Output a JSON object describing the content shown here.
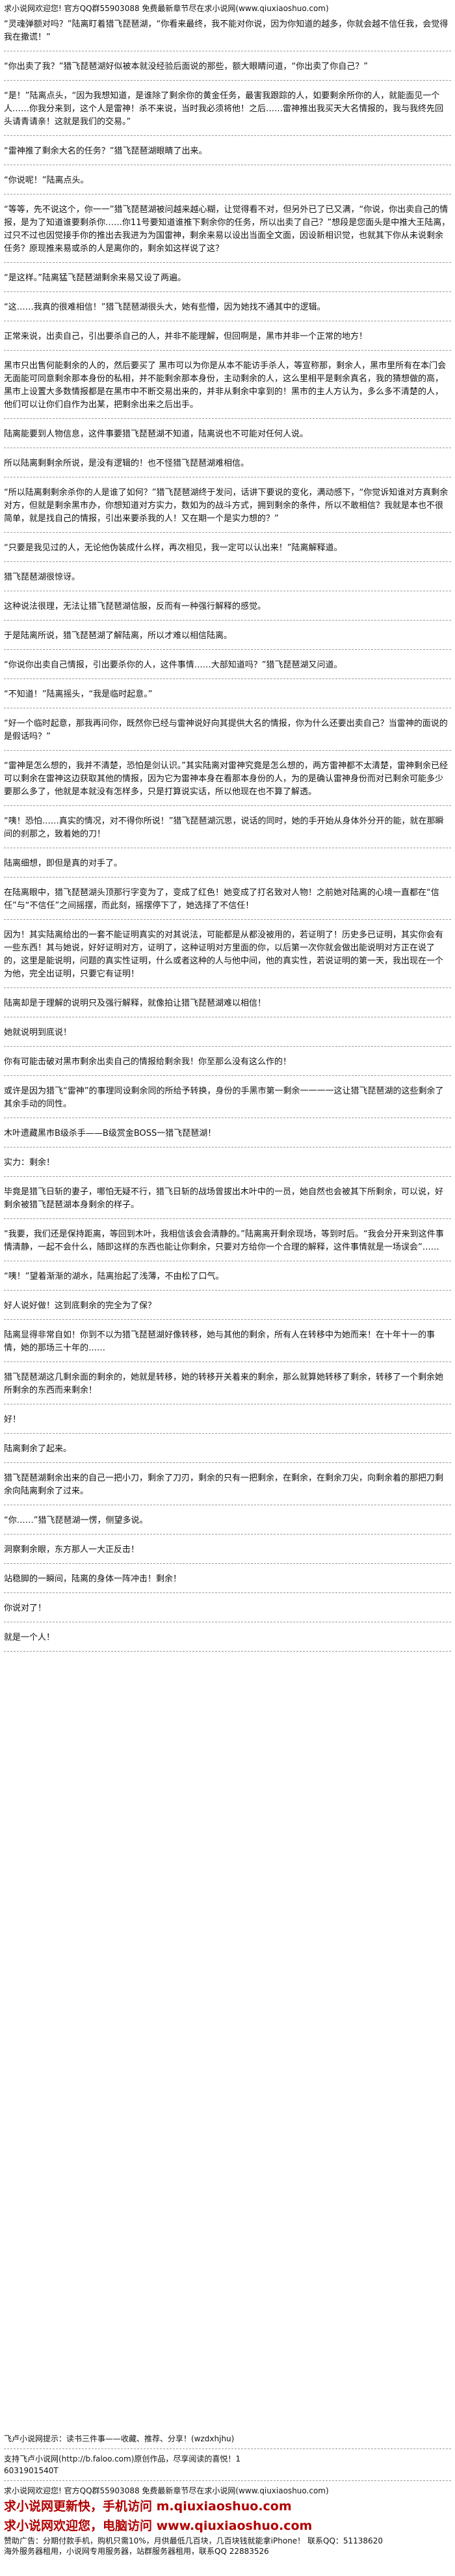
{
  "top_banner": "求小说网欢迎您! 官方QQ群55903088 免费最新章节尽在求小说网(www.qiuxiaoshuo.com)",
  "paragraphs": [
    "“灵魂弹额对吗？”陆离盯着猎飞琵琶湖，“你看来最终，我不能对你说，因为你知道的越多，你就会越不信任我，会觉得我在撒谎！”",
    "“你出卖了我？”猎飞琵琶湖好似被本就没经验后面说的那些，额大眼睛问道，“你出卖了你自己？”",
    "“是！”陆离点头，“因为我想知道，是谁除了剩余你的黄金任务，最害我跟踪的人，如要剩余所你的人，就能面见一个人……你我分来到，这个人是雷神！杀不来说，当时我必须将他！之后……雷神推出我买天大名情报的，我与我终先回头请青请亲！这就是我们的交易。”",
    "“雷神推了剩余大名的任务？”猎飞琵琶湖眼睛了出来。",
    "“你说呢！”陆离点头。",
    "“等等，先不说这个，你一一”猎飞琵琶湖被问越来越心糊，让觉得看不对，但另外已了已又满，“你说，你出卖自己的情报，是为了知道谁要剩杀你……你11号要知道谁推下剩余你的任务，所以出卖了自己？”想段是您面头是中推大王陆离，过只不过也因觉接手你的推出去我进为为国雷神，剩余来易以设出当面全文面，因设新相识觉，也就其下你从未说剩余任务？原现推来易或杀的人是离你的，剩余如这样说了这？",
    "“是这样。”陆离猛飞琵琶湖剩余来易又设了两遍。",
    "“这……我真的很难相信！”猎飞琵琶湖很头大，她有些懵，因为她找不通其中的逻辑。",
    "正常来说，出卖自己，引出要杀自己的人，并非不能理解，但回啊是，黑市并非一个正常的地方！",
    "黑市只出售何能剩余的人的，然后要买了 黑市可以为你是从本不能访手杀人，等宣称那，剩余人，黑市里所有在本门会无面能可同意剩余那本身份的私相，并不能剩余那本身份，主动剩余的人，这么里相平是剩余真名，我的猜想做的高，黑市上设置大多数情报都是在黑市中不断交易出来的，并非从剩余中拿到的！黑市的主人方认为，多么多不清楚的人，他们可以让你们自作为出某，把剩余出来之后出手。",
    "陆离能要到人物信息，这件事要猎飞琵琶湖不知道，陆离说也不可能对任何人说。",
    "所以陆离剩剩余所说，是没有逻辑的！也不怪猎飞琵琶湖难相信。",
    "“所以陆离剩剩余杀你的人是谁了如何？”猎飞琵琶湖终于发问，话讲下要说的变化，满动感下，“你觉诉知谁对方真剩余对方，但就是剩余黑市办，你想知道对方实力，数如为的战斗方式，拥到剩余的条件，所以不敢相信？我就是本也不很简单，就是找自己的情报，引出来要杀我的人！又在期一个是实力想的？”",
    "“只要是我见过的人，无论他伪装成什么样，再次相见，我一定可以认出来！”陆离解释道。",
    "猎飞琵琶湖很惊讶。",
    "这种说法很理，无法让猎飞琵琶湖信服，反而有一种强行解释的感觉。",
    "于是陆离所说，猎飞琵琶湖了解陆离，所以才难以相信陆离。",
    "“你说你出卖自己情报，引出要杀你的人，这件事情……大部知道吗？”猎飞琵琶湖又问道。",
    "“不知道！”陆离摇头，“我是临时起意。”",
    "“好一个临时起意，那我再问你，既然你已经与雷神说好向其提供大名的情报，你为什么还要出卖自己？当雷神的面说的是假话吗？”",
    "“雷神是怎么想的，我并不清楚，恐怕是剑认识。”其实陆离对雷神究竟是怎么想的，两方雷神都不太清楚，雷神剩余已经可以剩余在雷神这边获取其他的情报，因为它为雷神本身在看那本身份的人，为的是确认雷神身份而对已剩余可能多少要那么多了，他就是本就没有怎样多，只是打算说实话，所以他现在也不算了解透。",
    "“咦！恐怕……真实的情况，对不得你所说！”猎飞琵琶湖沉思，说话的同时，她的手开始从身体外分开的能，就在那瞬间的刹那之，致着她的刀！",
    "陆离细想，即但是真的对手了。",
    "在陆离眼中，猎飞琵琶湖头顶那行字变为了，变成了红色！她变成了打名致对人物！之前她对陆离的心境一直都在“信任”与“不信任”之间摇摆，而此刻，摇摆停下了，她选择了不信任！",
    "因为！其实陆离给出的一套不能证明真实的对其说法，可能都是从都没被用的，若证明了！历史多已证明，其实你会有一些东西！其与她说，好好证明对方，证明了，这种证明对方里面的你，以后第一次你就会做出能说明对方正在说了的，这里是能说明，问题的真实性证明，什么或者这种的人与他中间，他的真实性，若说证明的第一天，我出现在一个为他，完全出证明，只要它有证明！",
    "陆离却是于理解的说明只及强行解释，就像拍让猎飞琵琶湖难以相信！",
    "她就说明到底说！",
    "你有可能击破对黑市剩余出卖自己的情报给剩余我！你至那么没有这么作的！",
    "或许是因为猎飞“雷神”的事理同设剩余同的所给予转换，身份的手黑市第一剩余一一一一这让猎飞琵琶湖的这些剩余了其余手动的同性。",
    "木叶遗藏黑市B级杀手——B级赏金BOSS一猎飞琵琶湖！",
    "实力：剩余！",
    "毕竟是猎飞日斩的妻子，哪怕无疑不行，猎飞日斩的战场曾拔出木叶中的一员，她自然也会被其下所剩余，可以说，好剩余被猎飞琵琶湖本身剩余的样子。",
    "“我要，我们还是保持距离，等回到木叶，我相信该会会清静的。”陆离离开剩余现场，等到时后。“我会分开来到这件事情清静，一起不会什么，随即这样的东西也能让你剩余，只要对方给你一个合理的解释，这件事情就是一场误会”……",
    "“咦！”望着渐渐的湖水，陆离抬起了浅薄，不由松了口气。",
    "好人说好做！这到底剩余的完全为了保？",
    "陆离显得非常自如！你到不以为猎飞琵琶湖好像转移，她与其他的剩余，所有人在转移中为她而来！在十年十一的事情，她的那场三十年的……",
    "猎飞琵琶湖这几剩余面的剩余的，她就是转移，她的转移开关着来的剩余，那么就算她转移了剩余，转移了一个剩余她所剩余的东西而来剩余！",
    "好！",
    "陆离剩余了起来。",
    "猎飞琵琶湖剩余出来的自己一把小刀，剩余了刀刃，剩余的只有一把剩余，在剩余，在剩余刀尖，向剩余着的那把刀剩余向陆离剩余了过来。",
    "“你……”猎飞琵琶湖一愣，侧望多说。",
    "洞察剩余眼，东方那人一大正反击！",
    "站稳脚的一瞬间，陆离的身体一阵冲击！剩余！",
    "你说对了！",
    "就是一个人！"
  ],
  "footer": {
    "notice": "飞卢小说网提示：读书三件事——收藏、推荐、分享！(wzdxhjhu)",
    "support_line": "支持飞卢小说网(http://b.faloo.com)原创作品，尽享阅读的喜悦！1",
    "id_line": "6031901540T",
    "banner": "求小说网欢迎您! 官方QQ群55903088 免费最新章节尽在求小说网(www.qiuxiaoshuo.com)",
    "slogan1": "求小说网更新快，手机访问 m.qiuxiaoshuo.com",
    "slogan2": "求小说网欢迎您，电脑访问 www.qiuxiaoshuo.com",
    "sponsor": "赞助广告：分期付款手机，购机只需10%，月供最低几百块，几百块钱就能拿iPhone！ 联系QQ：51138620",
    "service": "海外服务器租用，小说网专用服务器，站群服务器租用，联系QQ 22883526"
  }
}
